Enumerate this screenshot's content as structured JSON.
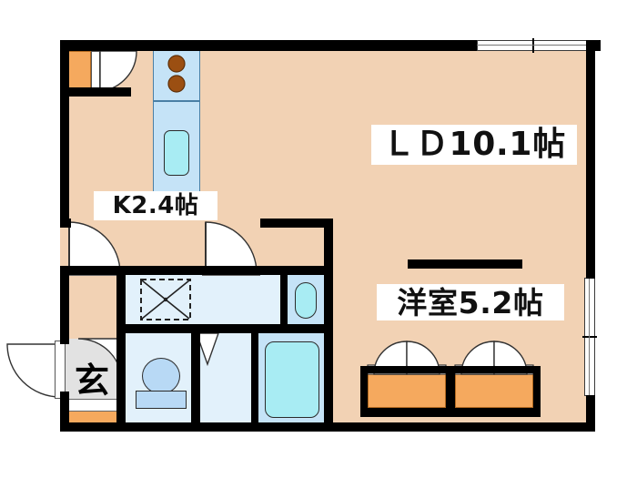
{
  "plan": {
    "title": "Apartment floor plan",
    "rooms": [
      {
        "id": "ld",
        "label": "ＬＤ10.1帖",
        "area_jo": 10.1,
        "type": "living-dining"
      },
      {
        "id": "kitchen",
        "label": "K2.4帖",
        "area_jo": 2.4,
        "type": "kitchen"
      },
      {
        "id": "bedroom",
        "label": "洋室5.2帖",
        "area_jo": 5.2,
        "type": "western-room"
      },
      {
        "id": "genkan",
        "label": "玄",
        "type": "entrance"
      }
    ],
    "fixtures": [
      {
        "name": "gas-stove",
        "burners": 2
      },
      {
        "name": "kitchen-sink"
      },
      {
        "name": "washing-machine-space"
      },
      {
        "name": "toilet"
      },
      {
        "name": "wash-basin"
      },
      {
        "name": "bathtub"
      }
    ],
    "storage": [
      {
        "name": "closet-upper-left"
      },
      {
        "name": "closet-bedroom-left"
      },
      {
        "name": "closet-bedroom-right"
      }
    ],
    "openings": [
      {
        "name": "balcony-window-top"
      },
      {
        "name": "window-right-wall"
      },
      {
        "name": "entrance-door"
      },
      {
        "name": "kitchen-door-left"
      },
      {
        "name": "kitchen-door-right"
      },
      {
        "name": "toilet-door"
      }
    ],
    "colors": {
      "floor": "#f2d2b4",
      "water_area": "#e2f1fb",
      "water_mid": "#c5e3f7",
      "tub": "#a8ecf3",
      "closet": "#f5a95e",
      "wall": "#000000",
      "genkan_floor": "#e2e2e2",
      "burner": "#9b4f12"
    }
  }
}
